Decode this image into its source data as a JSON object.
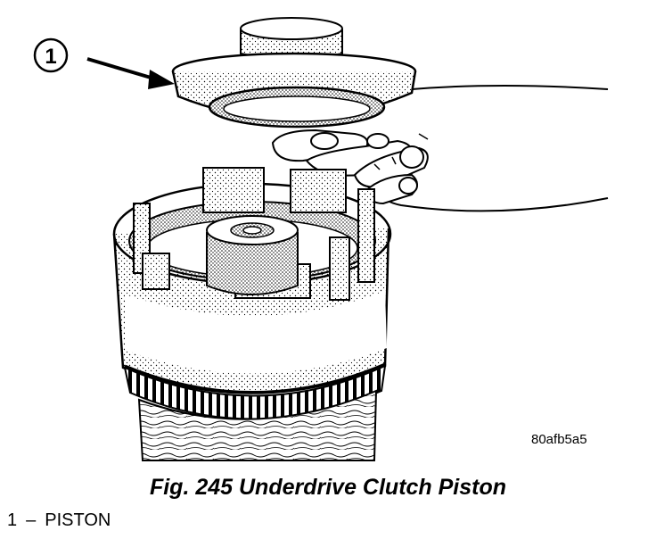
{
  "callout": {
    "number": "1"
  },
  "figure": {
    "code": "80afb5a5",
    "caption": "Fig. 245 Underdrive Clutch Piston"
  },
  "legend": [
    {
      "number": "1",
      "separator": "–",
      "label": "PISTON"
    }
  ]
}
